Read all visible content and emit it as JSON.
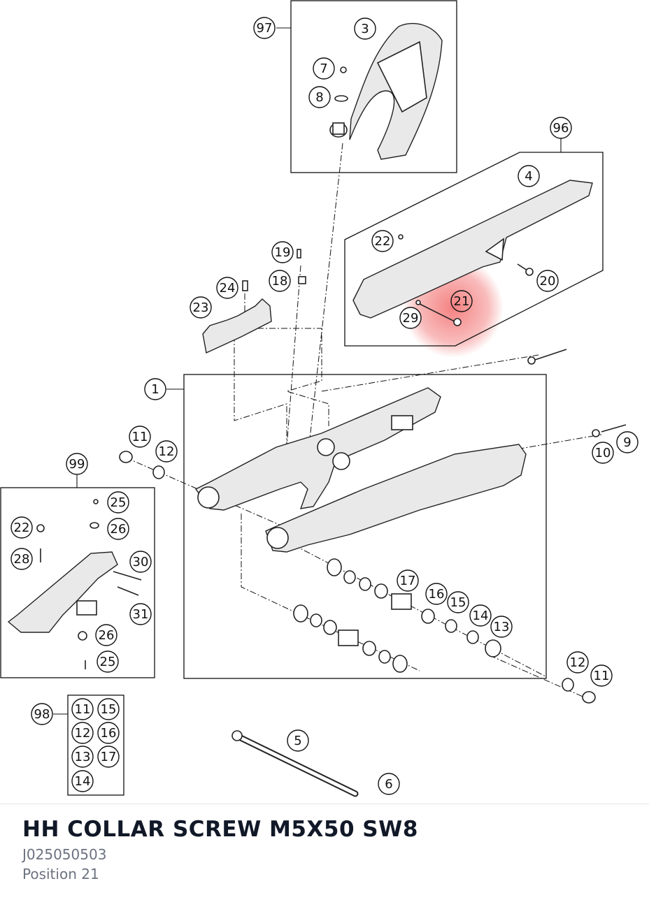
{
  "diagram": {
    "highlight_color": "#f26b6b",
    "highlighted_position": "21",
    "callouts": [
      {
        "id": "c97",
        "label": "97"
      },
      {
        "id": "c3",
        "label": "3"
      },
      {
        "id": "c7",
        "label": "7"
      },
      {
        "id": "c8",
        "label": "8"
      },
      {
        "id": "c96",
        "label": "96"
      },
      {
        "id": "c4",
        "label": "4"
      },
      {
        "id": "c22a",
        "label": "22"
      },
      {
        "id": "c20",
        "label": "20"
      },
      {
        "id": "c21",
        "label": "21"
      },
      {
        "id": "c29",
        "label": "29"
      },
      {
        "id": "c19",
        "label": "19"
      },
      {
        "id": "c18",
        "label": "18"
      },
      {
        "id": "c24",
        "label": "24"
      },
      {
        "id": "c23",
        "label": "23"
      },
      {
        "id": "c1",
        "label": "1"
      },
      {
        "id": "c11a",
        "label": "11"
      },
      {
        "id": "c12a",
        "label": "12"
      },
      {
        "id": "c99",
        "label": "99"
      },
      {
        "id": "c25a",
        "label": "25"
      },
      {
        "id": "c22b",
        "label": "22"
      },
      {
        "id": "c26a",
        "label": "26"
      },
      {
        "id": "c28",
        "label": "28"
      },
      {
        "id": "c30",
        "label": "30"
      },
      {
        "id": "c31",
        "label": "31"
      },
      {
        "id": "c26b",
        "label": "26"
      },
      {
        "id": "c25b",
        "label": "25"
      },
      {
        "id": "c9",
        "label": "9"
      },
      {
        "id": "c10",
        "label": "10"
      },
      {
        "id": "c17",
        "label": "17"
      },
      {
        "id": "c16",
        "label": "16"
      },
      {
        "id": "c15",
        "label": "15"
      },
      {
        "id": "c14",
        "label": "14"
      },
      {
        "id": "c13",
        "label": "13"
      },
      {
        "id": "c12b",
        "label": "12"
      },
      {
        "id": "c11b",
        "label": "11"
      },
      {
        "id": "c98",
        "label": "98"
      },
      {
        "id": "k11",
        "label": "11"
      },
      {
        "id": "k15",
        "label": "15"
      },
      {
        "id": "k12",
        "label": "12"
      },
      {
        "id": "k16",
        "label": "16"
      },
      {
        "id": "k13",
        "label": "13"
      },
      {
        "id": "k17",
        "label": "17"
      },
      {
        "id": "k14",
        "label": "14"
      },
      {
        "id": "c5",
        "label": "5"
      },
      {
        "id": "c6",
        "label": "6"
      }
    ]
  },
  "part": {
    "title": "HH COLLAR SCREW M5X50 SW8",
    "number": "J025050503",
    "position": "Position 21"
  }
}
